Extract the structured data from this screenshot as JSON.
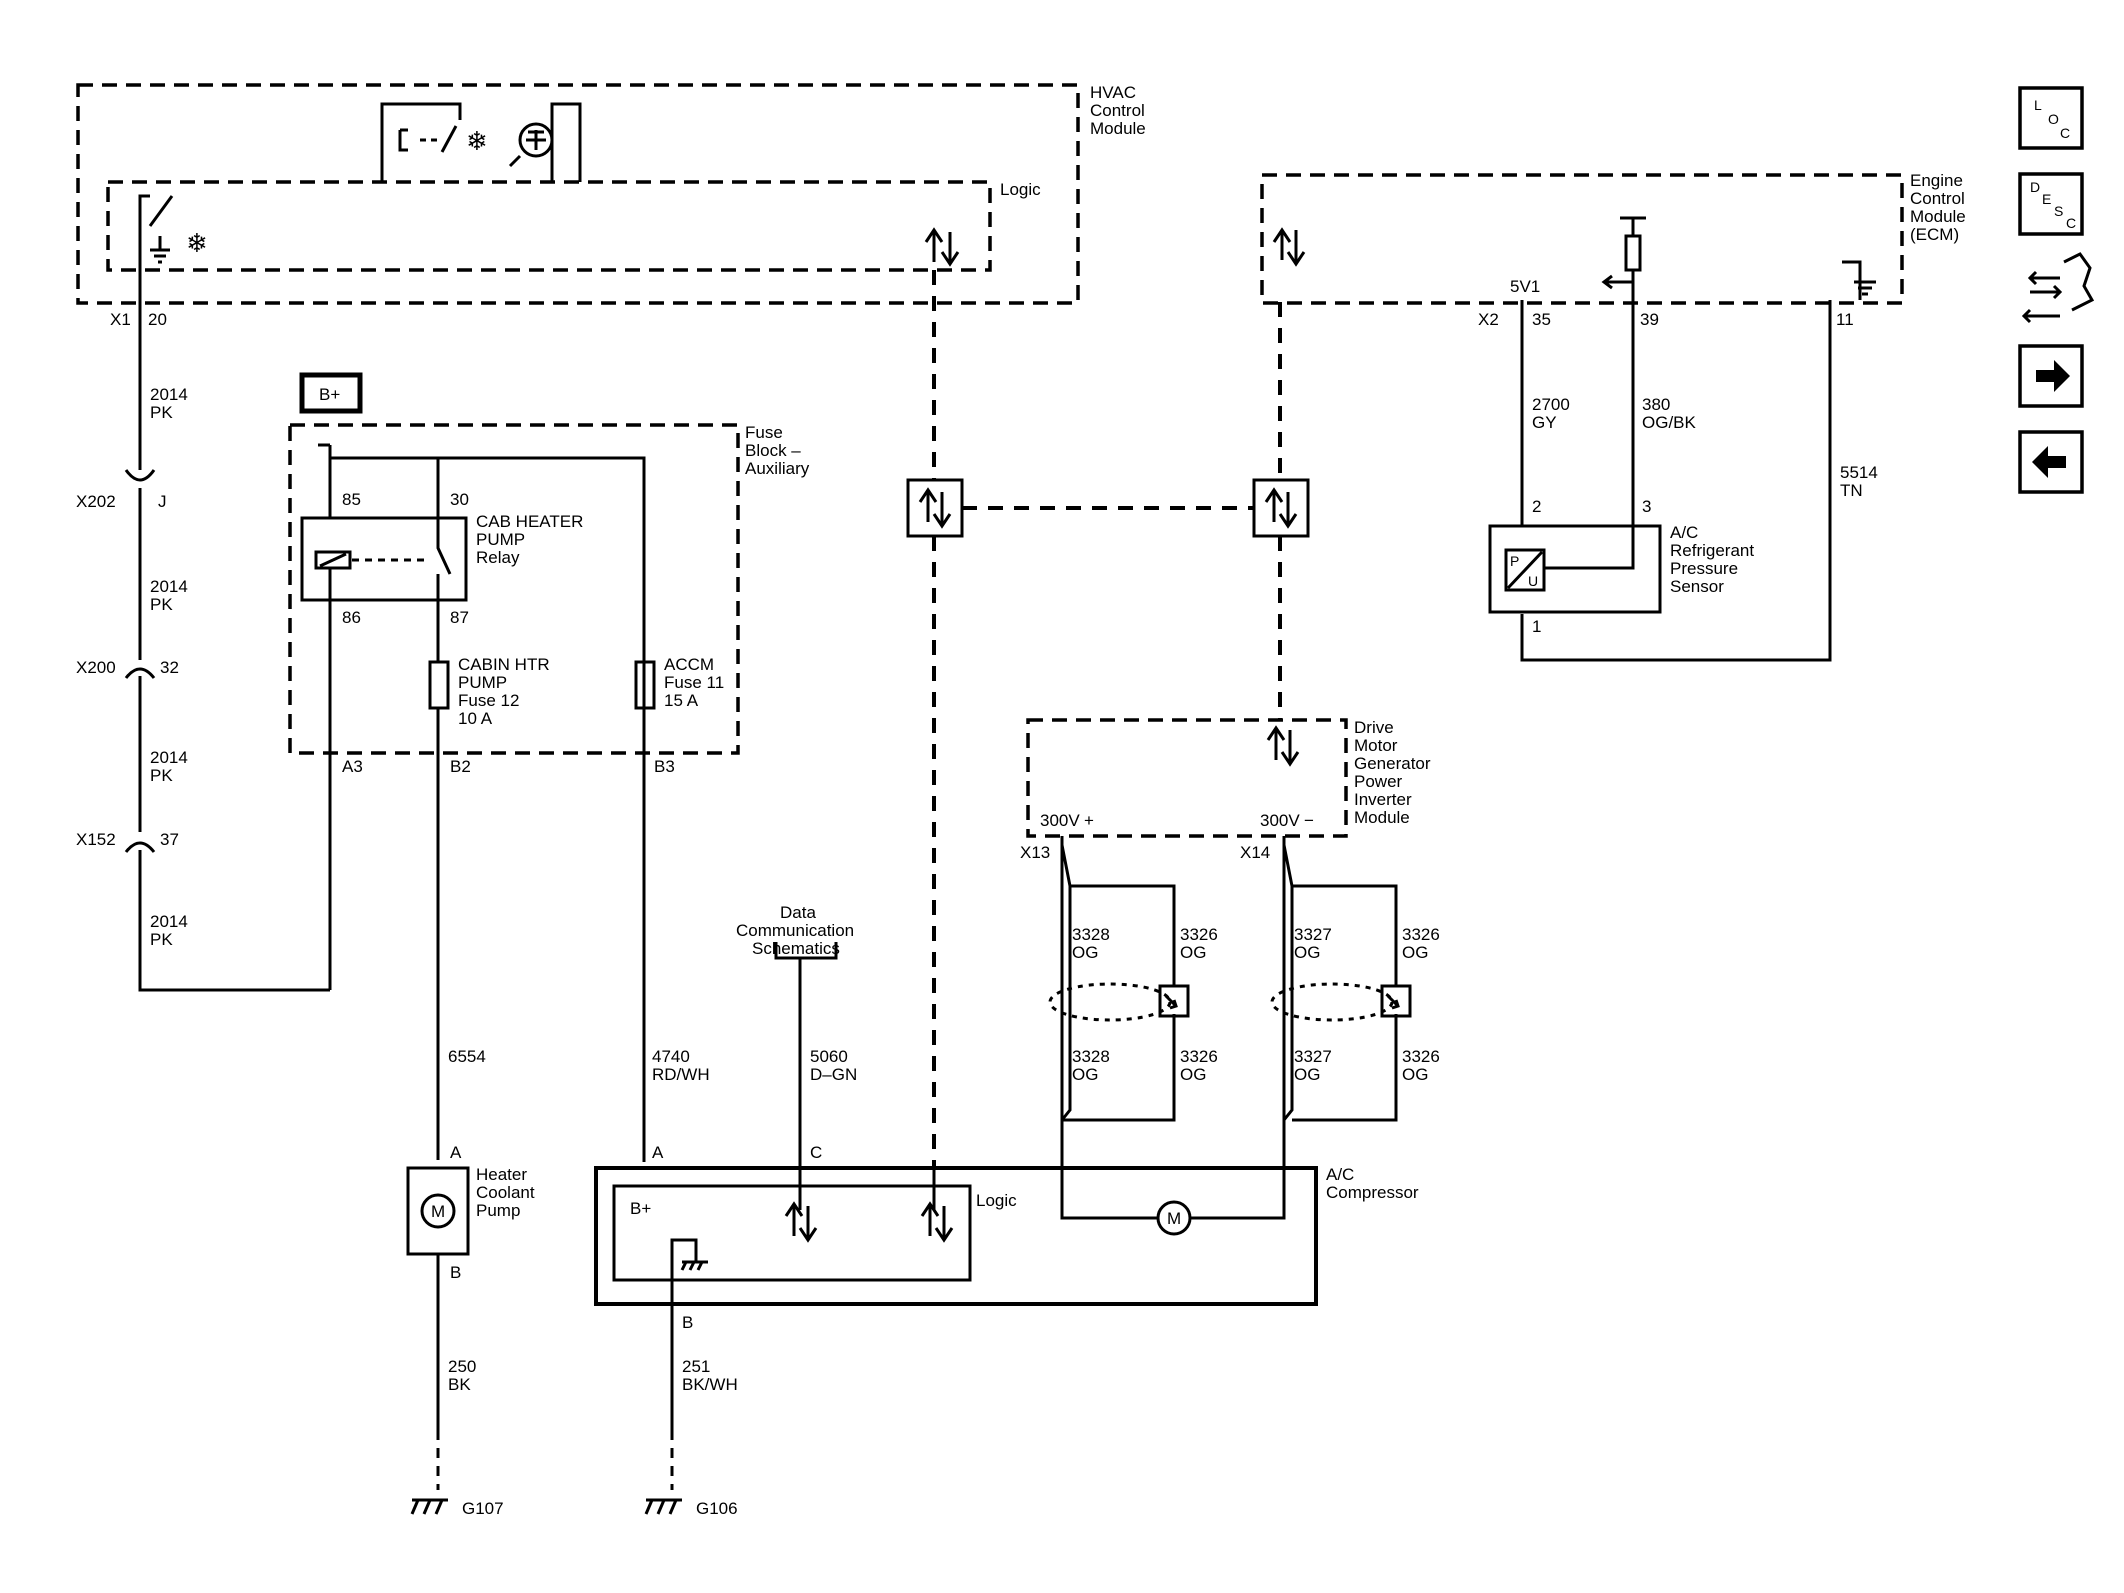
{
  "modules": {
    "hvac": [
      "HVAC",
      "Control",
      "Module"
    ],
    "logic": "Logic",
    "ecm": [
      "Engine",
      "Control",
      "Module",
      "(ECM)"
    ],
    "fuse_block": [
      "Fuse",
      "Block –",
      "Auxiliary"
    ],
    "relay": [
      "CAB HEATER",
      "PUMP",
      "Relay"
    ],
    "fuse12": [
      "CABIN HTR",
      "PUMP",
      "Fuse 12",
      "10 A"
    ],
    "fuse11": [
      "ACCM",
      "Fuse 11",
      "15 A"
    ],
    "pressure_sensor": [
      "A/C",
      "Refrigerant",
      "Pressure",
      "Sensor"
    ],
    "inverter": [
      "Drive",
      "Motor",
      "Generator",
      "Power",
      "Inverter",
      "Module"
    ],
    "compressor": [
      "A/C",
      "Compressor"
    ],
    "heater_pump": [
      "Heater",
      "Coolant",
      "Pump"
    ],
    "data_comm": [
      "Data",
      "Communication",
      "Schematics"
    ],
    "bplus": "B+",
    "compressor_bplus": "B+",
    "motor": "M",
    "sensor_p": "P",
    "sensor_u": "U",
    "inv_pos": "300V",
    "inv_neg": "300V"
  },
  "connectors": {
    "x1": "X1",
    "x1_pin": "20",
    "x202": "X202",
    "x202_pin": "J",
    "x200": "X200",
    "x200_pin": "32",
    "x152": "X152",
    "x152_pin": "37",
    "x2": "X2",
    "x2_pin35": "35",
    "x2_pin39": "39",
    "x2_pin11": "11",
    "x13": "X13",
    "x14": "X14",
    "v5": "5V1",
    "relay85": "85",
    "relay30": "30",
    "relay86": "86",
    "relay87": "87",
    "a3": "A3",
    "b2": "B2",
    "b3": "B3",
    "sensor2": "2",
    "sensor3": "3",
    "sensor1": "1",
    "pump_a": "A",
    "pump_b": "B",
    "comp_a": "A",
    "comp_c": "C",
    "comp_b": "B"
  },
  "wires": {
    "w2014a": [
      "2014",
      "PK"
    ],
    "w2014b": [
      "2014",
      "PK"
    ],
    "w2014c": [
      "2014",
      "PK"
    ],
    "w2014d": [
      "2014",
      "PK"
    ],
    "w2700": [
      "2700",
      "GY"
    ],
    "w380": [
      "380",
      "OG/BK"
    ],
    "w5514": [
      "5514",
      "TN"
    ],
    "w6554": [
      "6554"
    ],
    "w4740": [
      "4740",
      "RD/WH"
    ],
    "w5060": [
      "5060",
      "D–GN"
    ],
    "w250": [
      "250",
      "BK"
    ],
    "w251": [
      "251",
      "BK/WH"
    ],
    "w3328a": [
      "3328",
      "OG"
    ],
    "w3326a": [
      "3326",
      "OG"
    ],
    "w3327a": [
      "3327",
      "OG"
    ],
    "w3326b": [
      "3326",
      "OG"
    ],
    "w3328b": [
      "3328",
      "OG"
    ],
    "w3326c": [
      "3326",
      "OG"
    ],
    "w3327b": [
      "3327",
      "OG"
    ],
    "w3326d": [
      "3326",
      "OG"
    ]
  },
  "grounds": {
    "g107": "G107",
    "g106": "G106"
  },
  "nav": {
    "loc": [
      "L",
      "O",
      "C"
    ],
    "desc": [
      "D",
      "E",
      "S",
      "C"
    ],
    "service_icon": "connector-service-icon",
    "next_icon": "arrow-right-icon",
    "prev_icon": "arrow-left-icon"
  }
}
